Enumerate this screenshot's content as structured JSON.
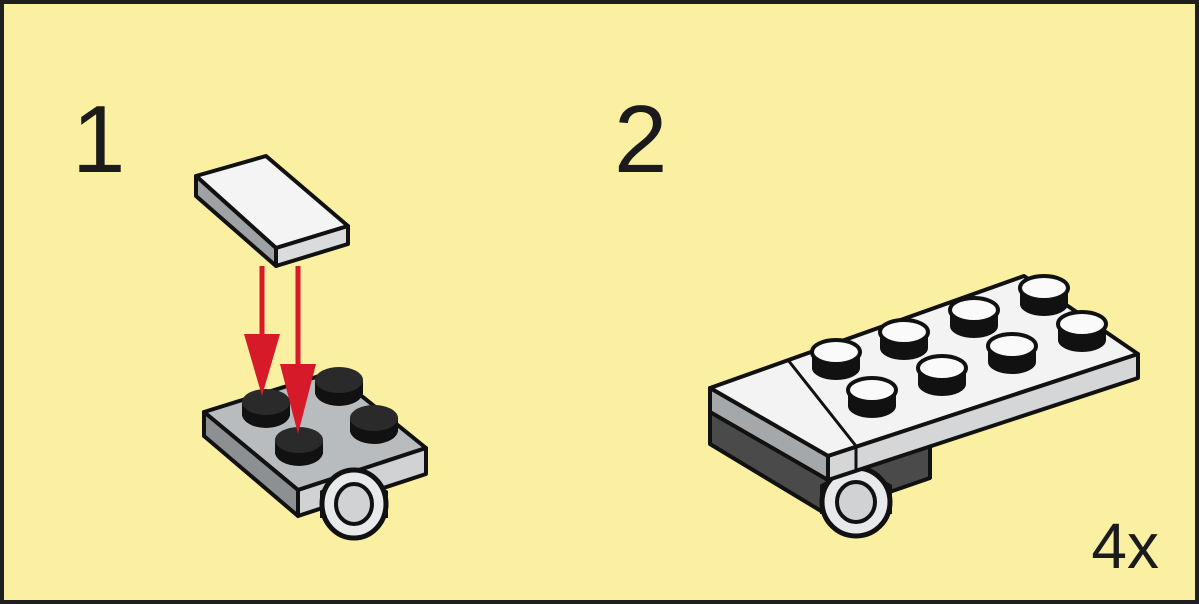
{
  "steps": [
    {
      "number": "1"
    },
    {
      "number": "2"
    }
  ],
  "multiplier": "4x",
  "colors": {
    "background": "#fbf0a2",
    "border": "#1f1f1f",
    "arrow": "#d61a2a",
    "brick_light": "#f3f3f3",
    "brick_mid": "#c9cbcd",
    "brick_dark": "#4a4a4a"
  }
}
